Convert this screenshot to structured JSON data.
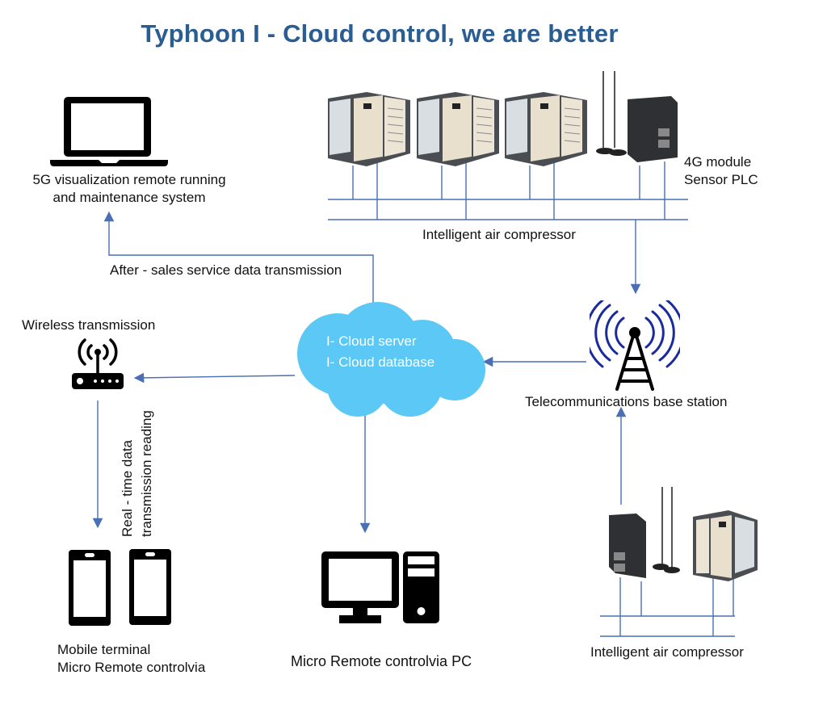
{
  "title": "Typhoon I - Cloud control, we are better",
  "colors": {
    "title": "#2a5e93",
    "connector": "#4a6fb5",
    "cloud": "#5bc8f5",
    "tower_waves": "#1a2c9c",
    "icon": "#000000"
  },
  "nodes": {
    "laptop": {
      "icon": "laptop-icon",
      "label_line1": "5G visualization remote running",
      "label_line2": "and maintenance system"
    },
    "compressors_top": {
      "icon": "air-compressor-image",
      "count": 3,
      "label": "Intelligent air compressor"
    },
    "module_top": {
      "icon": "4g-module-image",
      "label_line1": "4G module",
      "label_line2": "Sensor PLC"
    },
    "cloud": {
      "icon": "cloud-icon",
      "label_line1": "I- Cloud server",
      "label_line2": "I- Cloud database"
    },
    "base_station": {
      "icon": "cell-tower-icon",
      "label": "Telecommunications base station"
    },
    "router": {
      "icon": "wireless-router-icon",
      "label": "Wireless transmission"
    },
    "mobile": {
      "icon": "smartphone-icon",
      "count": 2,
      "label_line1": "Mobile terminal",
      "label_line2": "Micro Remote controlvia"
    },
    "pc": {
      "icon": "desktop-pc-icon",
      "label": "Micro Remote controlvia PC"
    },
    "compressor_bottom": {
      "icon": "air-compressor-image",
      "label": "Intelligent air compressor"
    }
  },
  "edges": {
    "after_sales": "After - sales service data transmission",
    "realtime_line1": "Real - time data",
    "realtime_line2": "transmission reading"
  }
}
